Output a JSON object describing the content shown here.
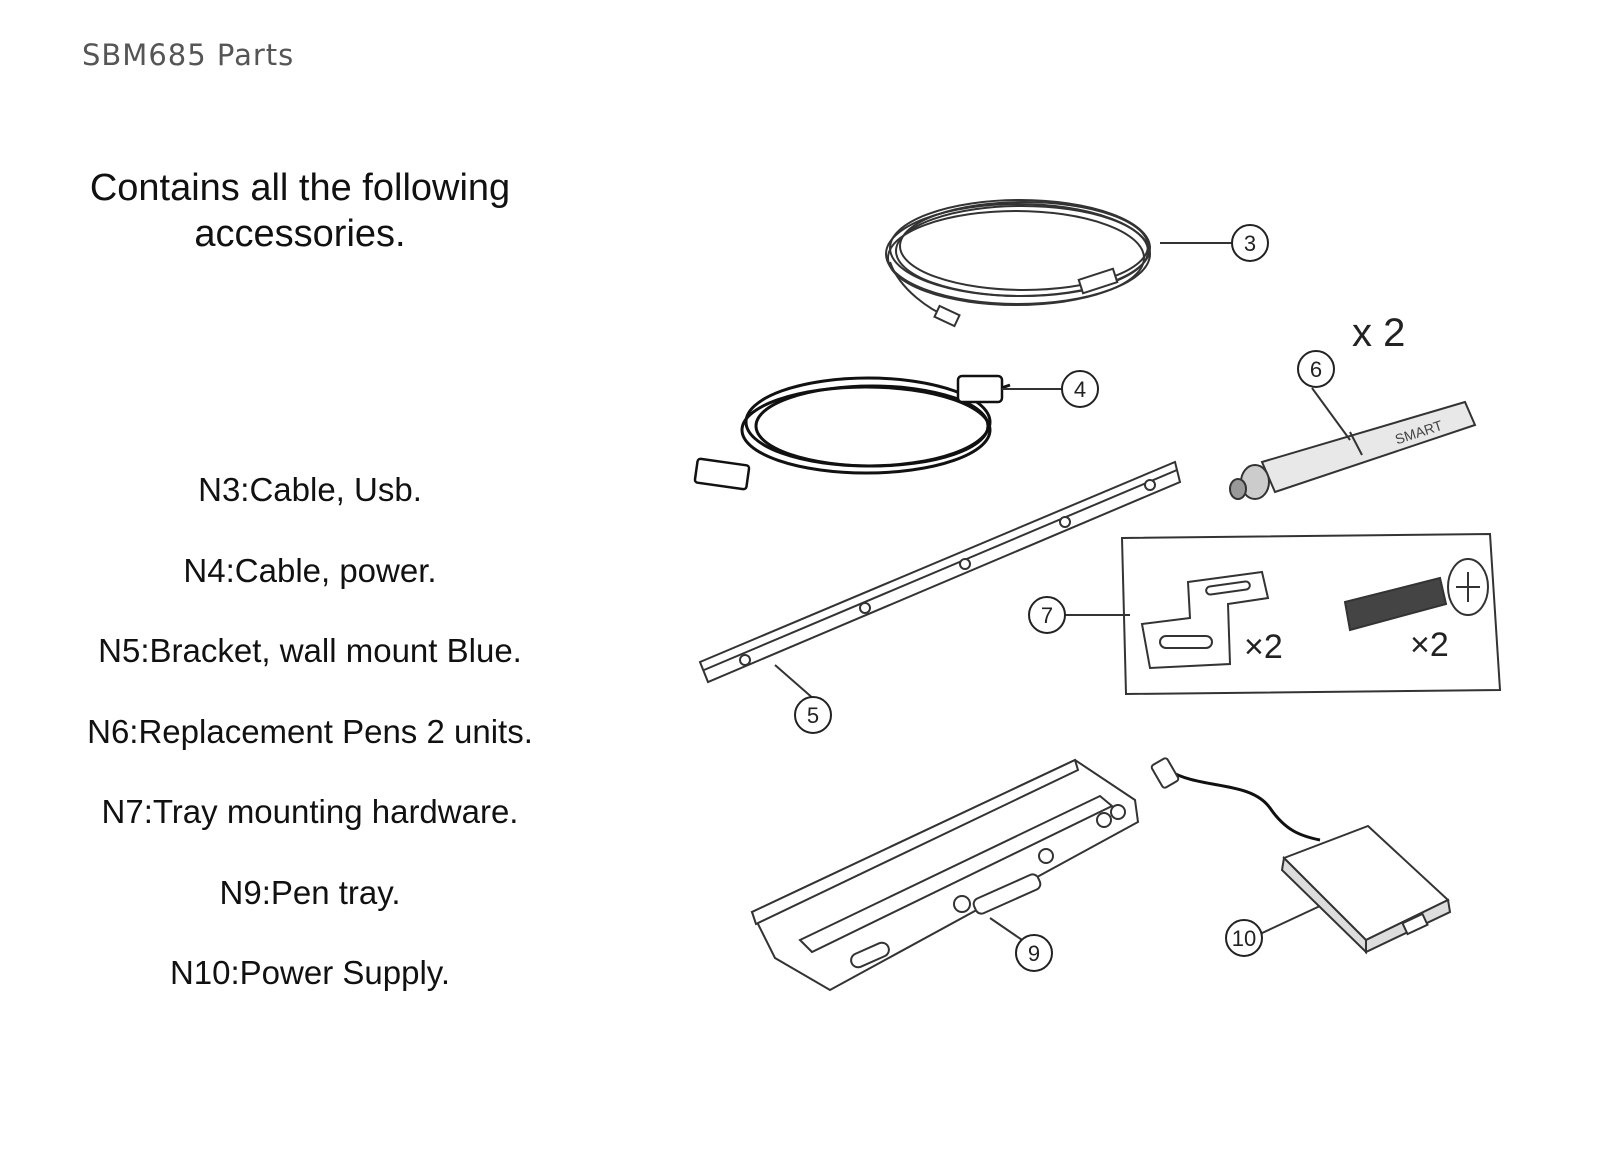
{
  "document": {
    "title": "SBM685 Parts",
    "intro": "Contains all the following accessories."
  },
  "parts": [
    "N3:Cable, Usb.",
    "N4:Cable, power.",
    "N5:Bracket, wall mount Blue.",
    "N6:Replacement Pens 2 units.",
    "N7:Tray mounting hardware.",
    "N9:Pen tray.",
    "N10:Power Supply."
  ],
  "diagram": {
    "callouts": {
      "usb_cable": "3",
      "power_cable": "4",
      "bracket": "5",
      "pen": "6",
      "hardware": "7",
      "pen_tray": "9",
      "power_supply": "10"
    },
    "pen_quantity": "x 2",
    "bracket_quantity": "×2",
    "screw_quantity": "×2",
    "pen_brand": "SMART"
  }
}
